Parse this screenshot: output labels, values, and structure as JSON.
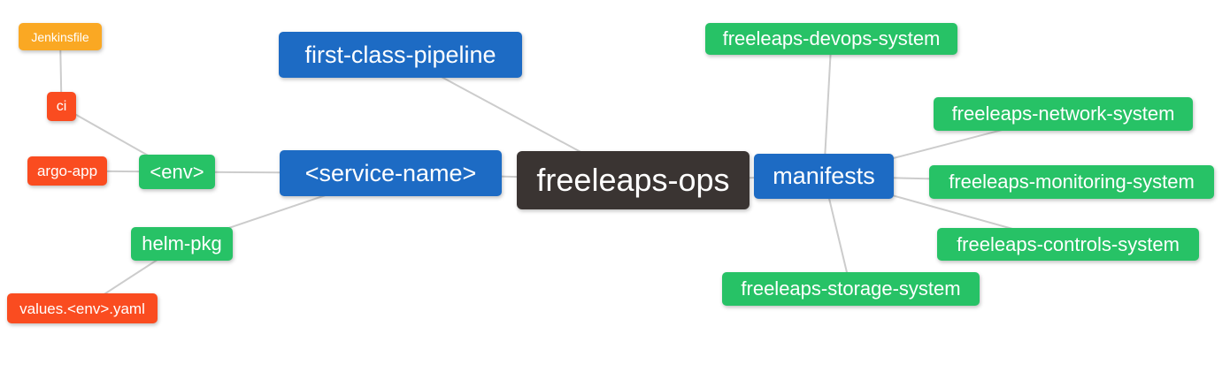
{
  "diagram": {
    "type": "mindmap",
    "root_label": "freeleaps-ops"
  },
  "colors": {
    "root": "#3a3432",
    "branch": "#1d6bc4",
    "green": "#27c266",
    "red": "#fa4c20",
    "amber": "#faa823",
    "edge": "#cccccc"
  },
  "nodes": {
    "root": {
      "label": "freeleaps-ops"
    },
    "first_class_pipeline": {
      "label": "first-class-pipeline"
    },
    "service_name": {
      "label": "<service-name>"
    },
    "manifests": {
      "label": "manifests"
    },
    "env": {
      "label": "<env>"
    },
    "helm_pkg": {
      "label": "helm-pkg"
    },
    "ci": {
      "label": "ci"
    },
    "jenkinsfile": {
      "label": "Jenkinsfile"
    },
    "argo_app": {
      "label": "argo-app"
    },
    "values_env_yaml": {
      "label": "values.<env>.yaml"
    },
    "devops_system": {
      "label": "freeleaps-devops-system"
    },
    "network_system": {
      "label": "freeleaps-network-system"
    },
    "monitoring_system": {
      "label": "freeleaps-monitoring-system"
    },
    "controls_system": {
      "label": "freeleaps-controls-system"
    },
    "storage_system": {
      "label": "freeleaps-storage-system"
    }
  },
  "edges": [
    {
      "from": "jenkinsfile",
      "to": "ci"
    },
    {
      "from": "ci",
      "to": "env"
    },
    {
      "from": "argo_app",
      "to": "env"
    },
    {
      "from": "env",
      "to": "service_name"
    },
    {
      "from": "helm_pkg",
      "to": "service_name"
    },
    {
      "from": "values_env_yaml",
      "to": "helm_pkg"
    },
    {
      "from": "first_class_pipeline",
      "to": "root"
    },
    {
      "from": "service_name",
      "to": "root"
    },
    {
      "from": "root",
      "to": "manifests"
    },
    {
      "from": "manifests",
      "to": "devops_system"
    },
    {
      "from": "manifests",
      "to": "network_system"
    },
    {
      "from": "manifests",
      "to": "monitoring_system"
    },
    {
      "from": "manifests",
      "to": "controls_system"
    },
    {
      "from": "manifests",
      "to": "storage_system"
    }
  ]
}
